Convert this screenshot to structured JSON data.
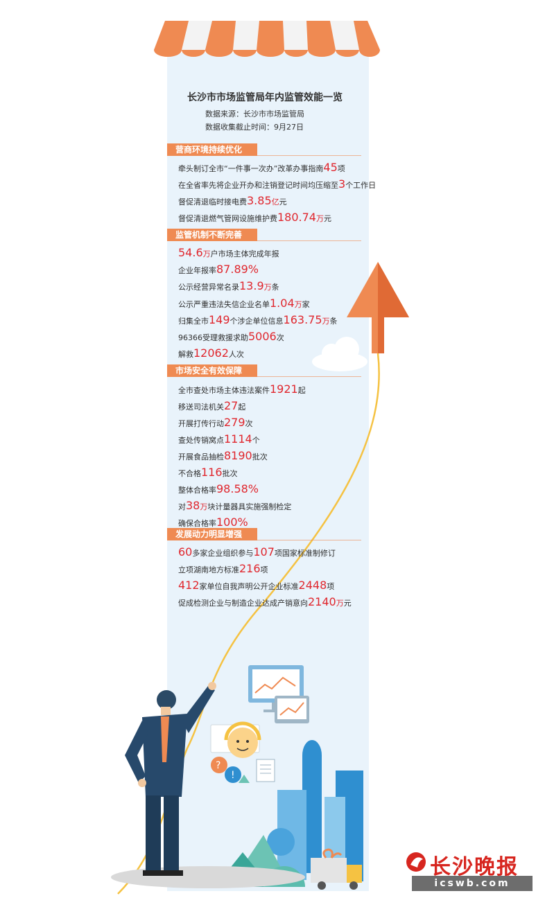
{
  "title": "长沙市市场监管局年内监管效能一览",
  "source": "数据来源：长沙市市场监管局",
  "deadline": "数据收集截止时间：9月27日",
  "sections": [
    {
      "heading": "营商环境持续优化",
      "items": [
        [
          {
            "t": "牵头制订全市“一件事一次办”改革办事指南"
          },
          {
            "t": "45",
            "r": 1
          },
          {
            "t": "项"
          }
        ],
        [
          {
            "t": "在全省率先将企业开办和注销登记时间均压缩至"
          },
          {
            "t": "3",
            "r": 1
          },
          {
            "t": "个工作日"
          }
        ],
        [
          {
            "t": "督促清退临时接电费"
          },
          {
            "t": "3.85",
            "r": 1
          },
          {
            "t": "亿",
            "r": 2
          },
          {
            "t": "元"
          }
        ],
        [
          {
            "t": "督促清退燃气管网设施维护费"
          },
          {
            "t": "180.74",
            "r": 1
          },
          {
            "t": "万",
            "r": 2
          },
          {
            "t": "元"
          }
        ]
      ]
    },
    {
      "heading": "监管机制不断完善",
      "items": [
        [
          {
            "t": "54.6",
            "r": 1
          },
          {
            "t": "万",
            "r": 2
          },
          {
            "t": "户市场主体完成年报"
          }
        ],
        [
          {
            "t": "企业年报率"
          },
          {
            "t": "87.89%",
            "r": 1
          }
        ],
        [
          {
            "t": "公示经营异常名录"
          },
          {
            "t": "13.9",
            "r": 1
          },
          {
            "t": "万",
            "r": 2
          },
          {
            "t": "条"
          }
        ],
        [
          {
            "t": "公示严重违法失信企业名单"
          },
          {
            "t": "1.04",
            "r": 1
          },
          {
            "t": "万",
            "r": 2
          },
          {
            "t": "家"
          }
        ],
        [
          {
            "t": "归集全市"
          },
          {
            "t": "149",
            "r": 1
          },
          {
            "t": "个涉企单位信息"
          },
          {
            "t": "163.75",
            "r": 1
          },
          {
            "t": "万",
            "r": 2
          },
          {
            "t": "条"
          }
        ],
        [
          {
            "t": "96366受理救援求助"
          },
          {
            "t": "5006",
            "r": 1
          },
          {
            "t": "次"
          }
        ],
        [
          {
            "t": "解救"
          },
          {
            "t": "12062",
            "r": 1
          },
          {
            "t": "人次"
          }
        ]
      ]
    },
    {
      "heading": "市场安全有效保障",
      "items": [
        [
          {
            "t": "全市查处市场主体违法案件"
          },
          {
            "t": "1921",
            "r": 1
          },
          {
            "t": "起"
          }
        ],
        [
          {
            "t": "移送司法机关"
          },
          {
            "t": "27",
            "r": 1
          },
          {
            "t": "起"
          }
        ],
        [
          {
            "t": "开展打传行动"
          },
          {
            "t": "279",
            "r": 1
          },
          {
            "t": "次"
          }
        ],
        [
          {
            "t": "查处传销窝点"
          },
          {
            "t": "1114",
            "r": 1
          },
          {
            "t": "个"
          }
        ],
        [
          {
            "t": "开展食品抽检"
          },
          {
            "t": "8190",
            "r": 1
          },
          {
            "t": "批次"
          }
        ],
        [
          {
            "t": "不合格"
          },
          {
            "t": "116",
            "r": 1
          },
          {
            "t": "批次"
          }
        ],
        [
          {
            "t": "整体合格率"
          },
          {
            "t": "98.58%",
            "r": 1
          }
        ],
        [
          {
            "t": "对"
          },
          {
            "t": "38",
            "r": 1
          },
          {
            "t": "万",
            "r": 2
          },
          {
            "t": "块计量器具实施强制检定"
          }
        ],
        [
          {
            "t": "确保合格率"
          },
          {
            "t": "100%",
            "r": 1
          }
        ]
      ]
    },
    {
      "heading": "发展动力明显增强",
      "items": [
        [
          {
            "t": "60",
            "r": 1
          },
          {
            "t": "多家企业组织参与"
          },
          {
            "t": "107",
            "r": 1
          },
          {
            "t": "项国家标准制修订"
          }
        ],
        [
          {
            "t": "立项湖南地方标准"
          },
          {
            "t": "216",
            "r": 1
          },
          {
            "t": "项"
          }
        ],
        [
          {
            "t": "412",
            "r": 1
          },
          {
            "t": "家单位自我声明公开企业标准"
          },
          {
            "t": "2448",
            "r": 1
          },
          {
            "t": "项"
          }
        ],
        [
          {
            "t": "促成检测企业与制造企业达成产销意向"
          },
          {
            "t": "2140",
            "r": 1
          },
          {
            "t": "万",
            "r": 2
          },
          {
            "t": "元"
          }
        ]
      ]
    }
  ],
  "logo": {
    "text": "长沙晚报",
    "url": "icswb.com"
  },
  "colors": {
    "panel": "#e9f3fb",
    "accent": "#ef8a52",
    "highlight": "#e0262d",
    "curve": "#f5c242"
  }
}
